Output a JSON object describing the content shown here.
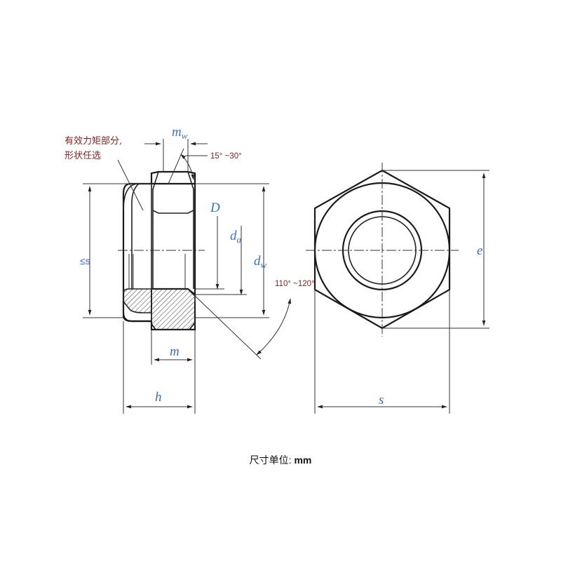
{
  "labels": {
    "prevailing_torque_note_line1": "有效力矩部分,",
    "prevailing_torque_note_line2": "形状任选",
    "mw": "m",
    "mw_sub": "w",
    "angle_top": "15° ~30°",
    "D": "D",
    "da": "d",
    "da_sub": "a",
    "dw": "d",
    "dw_sub": "w",
    "le_s": "≤s",
    "angle_bottom": "110° ~120°",
    "m": "m",
    "h": "h",
    "e": "e",
    "s": "s"
  },
  "caption": {
    "prefix": "尺寸单位:",
    "unit": "mm"
  },
  "colors": {
    "dimension_text": "#3a6fd0",
    "note_text": "#8a1e1e",
    "line": "#222222"
  }
}
